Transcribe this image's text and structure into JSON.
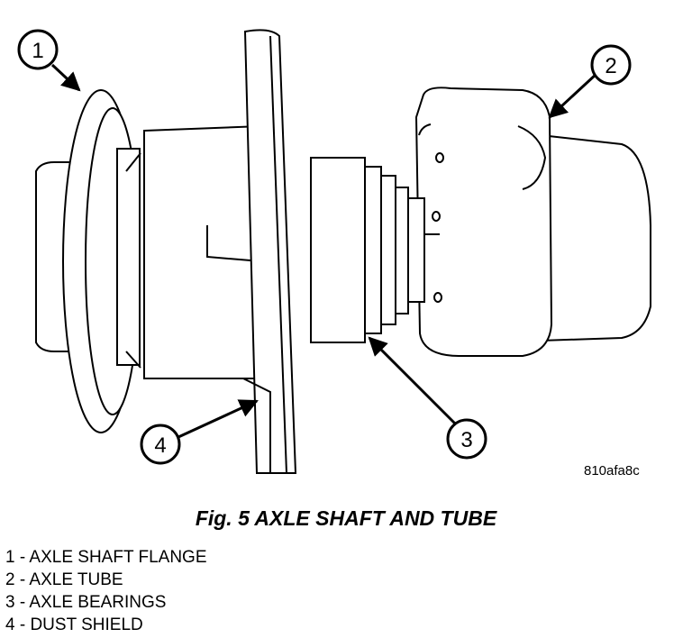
{
  "callouts": [
    "1",
    "2",
    "3",
    "4"
  ],
  "figure_code": "810afa8c",
  "caption": "Fig. 5 AXLE SHAFT AND TUBE",
  "legend": [
    "1 - AXLE SHAFT FLANGE",
    "2 - AXLE TUBE",
    "3 - AXLE BEARINGS",
    "4 - DUST SHIELD"
  ]
}
